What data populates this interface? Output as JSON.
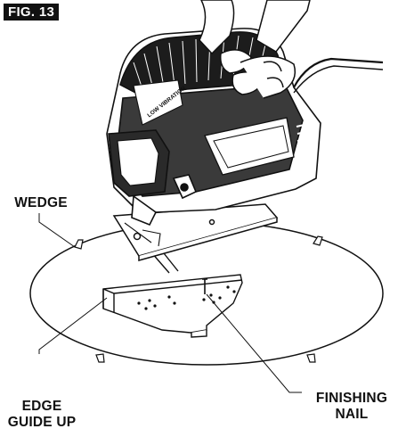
{
  "figure": {
    "label": "FIG. 13"
  },
  "tool": {
    "badge_text": "LOW VIBRATION"
  },
  "callouts": {
    "wedge": "WEDGE",
    "edge_guide": {
      "line1": "EDGE",
      "line2": "GUIDE UP"
    },
    "finishing_nail": {
      "line1": "FINISHING",
      "line2": "NAIL"
    }
  }
}
